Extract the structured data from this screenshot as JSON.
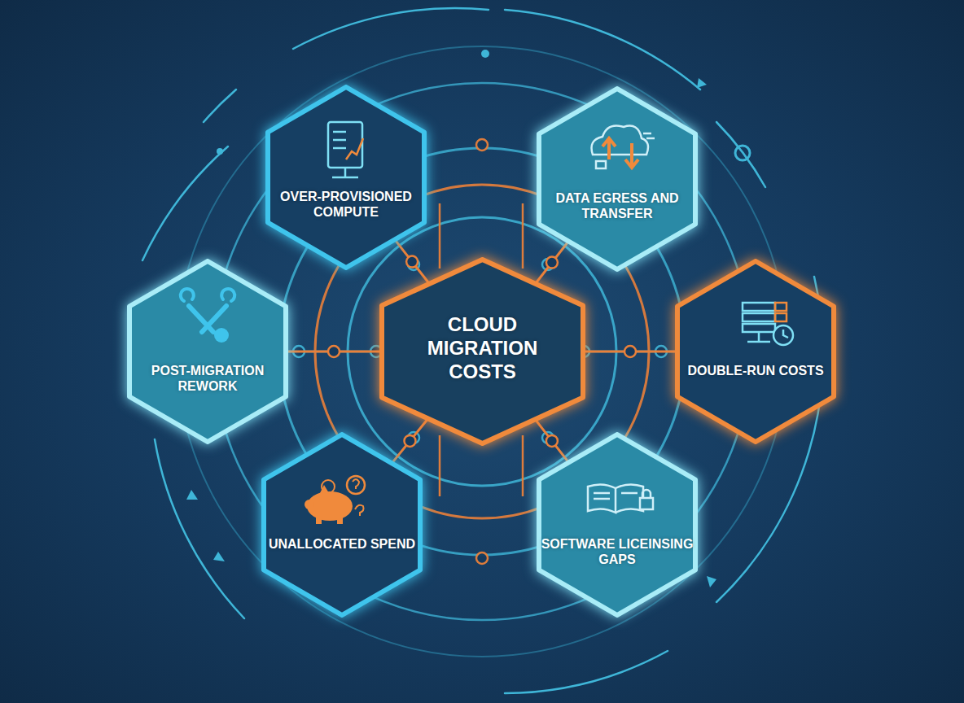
{
  "diagram": {
    "nodes": [
      {
        "text": [
          "OVER-PROVISIONED COMPUTE"
        ]
      },
      {
        "text": [
          "DATA EGRESS AND TRANSFER"
        ]
      },
      {
        "text": [
          "POST-MIGRATION REWORK"
        ]
      },
      {
        "text": [
          "CLOUD MIGRATION COSTS"
        ]
      },
      {
        "text": [
          "DOUBLE-RUN COSTS"
        ]
      },
      {
        "text": [
          "UNALLOCATED SPEND"
        ]
      },
      {
        "text": [
          "SOFTWARE LICEINSING GAPS"
        ]
      }
    ],
    "edges": [
      {
        "from": 3,
        "to": 0,
        "arrow": "none"
      },
      {
        "from": 3,
        "to": 1,
        "arrow": "none"
      },
      {
        "from": 3,
        "to": 2,
        "arrow": "none"
      },
      {
        "from": 3,
        "to": 4,
        "arrow": "none"
      },
      {
        "from": 3,
        "to": 5,
        "arrow": "none"
      },
      {
        "from": 3,
        "to": 6,
        "arrow": "none"
      }
    ]
  }
}
